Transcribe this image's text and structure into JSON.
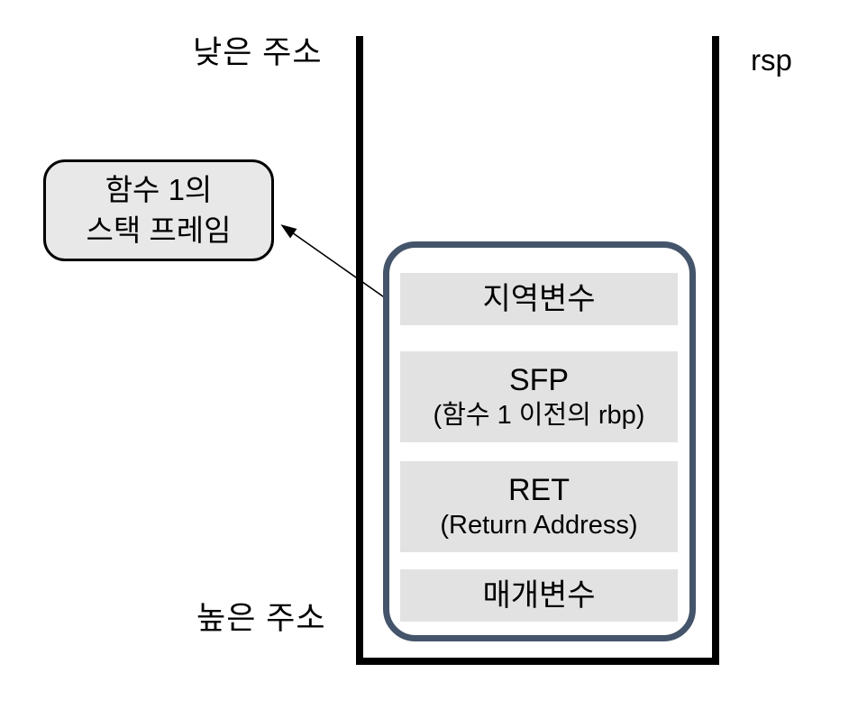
{
  "colors": {
    "line": "#000000",
    "frame_border": "#44546a",
    "cell_bg": "#e3e2e2",
    "callout_bg": "#e8e8e8",
    "text": "#000000"
  },
  "labels": {
    "low_address": "낮은 주소",
    "high_address": "높은 주소",
    "rsp": "rsp"
  },
  "callout": {
    "line1": "함수 1의",
    "line2": "스택 프레임"
  },
  "stack_cells": [
    {
      "title": "지역변수",
      "subtitle": ""
    },
    {
      "title": "SFP",
      "subtitle": "(함수 1 이전의 rbp)"
    },
    {
      "title": "RET",
      "subtitle": "(Return Address)"
    },
    {
      "title": "매개변수",
      "subtitle": ""
    }
  ]
}
